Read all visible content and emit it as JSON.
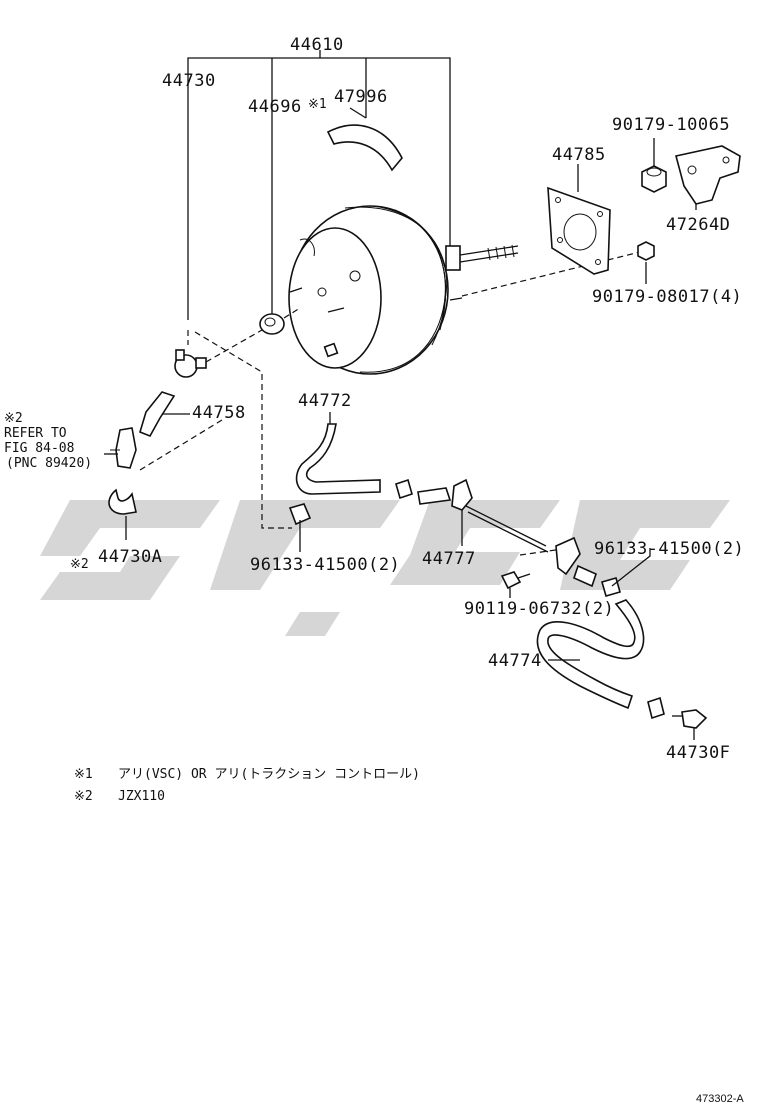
{
  "labels": {
    "p44610": "44610",
    "p44730": "44730",
    "p44696": "44696",
    "p47996_mark": "※1",
    "p47996": "47996",
    "p90179_10065": "90179-10065",
    "p44785": "44785",
    "p47264D": "47264D",
    "p90179_08017": "90179-08017(4)",
    "p44758": "44758",
    "p44772": "44772",
    "p96133_a": "96133-41500(2)",
    "p44777": "44777",
    "p96133_b": "96133-41500(2)",
    "p90119": "90119-06732(2)",
    "p44774": "44774",
    "p44730F": "44730F",
    "p44730A_mark": "※2",
    "p44730A": "44730A"
  },
  "refer": {
    "line1": "※2",
    "line2": "REFER TO",
    "line3": "FIG 84-08",
    "line4": "(PNC 89420)"
  },
  "notes": {
    "n1_mark": "※1",
    "n1_text": "アリ(VSC)  OR  アリ(トラクション  コントロール)",
    "n2_mark": "※2",
    "n2_text": "JZX110"
  },
  "ref_code": "473302-A",
  "colors": {
    "ink": "#111111",
    "watermark": "#d6d6d6",
    "background": "#ffffff"
  }
}
